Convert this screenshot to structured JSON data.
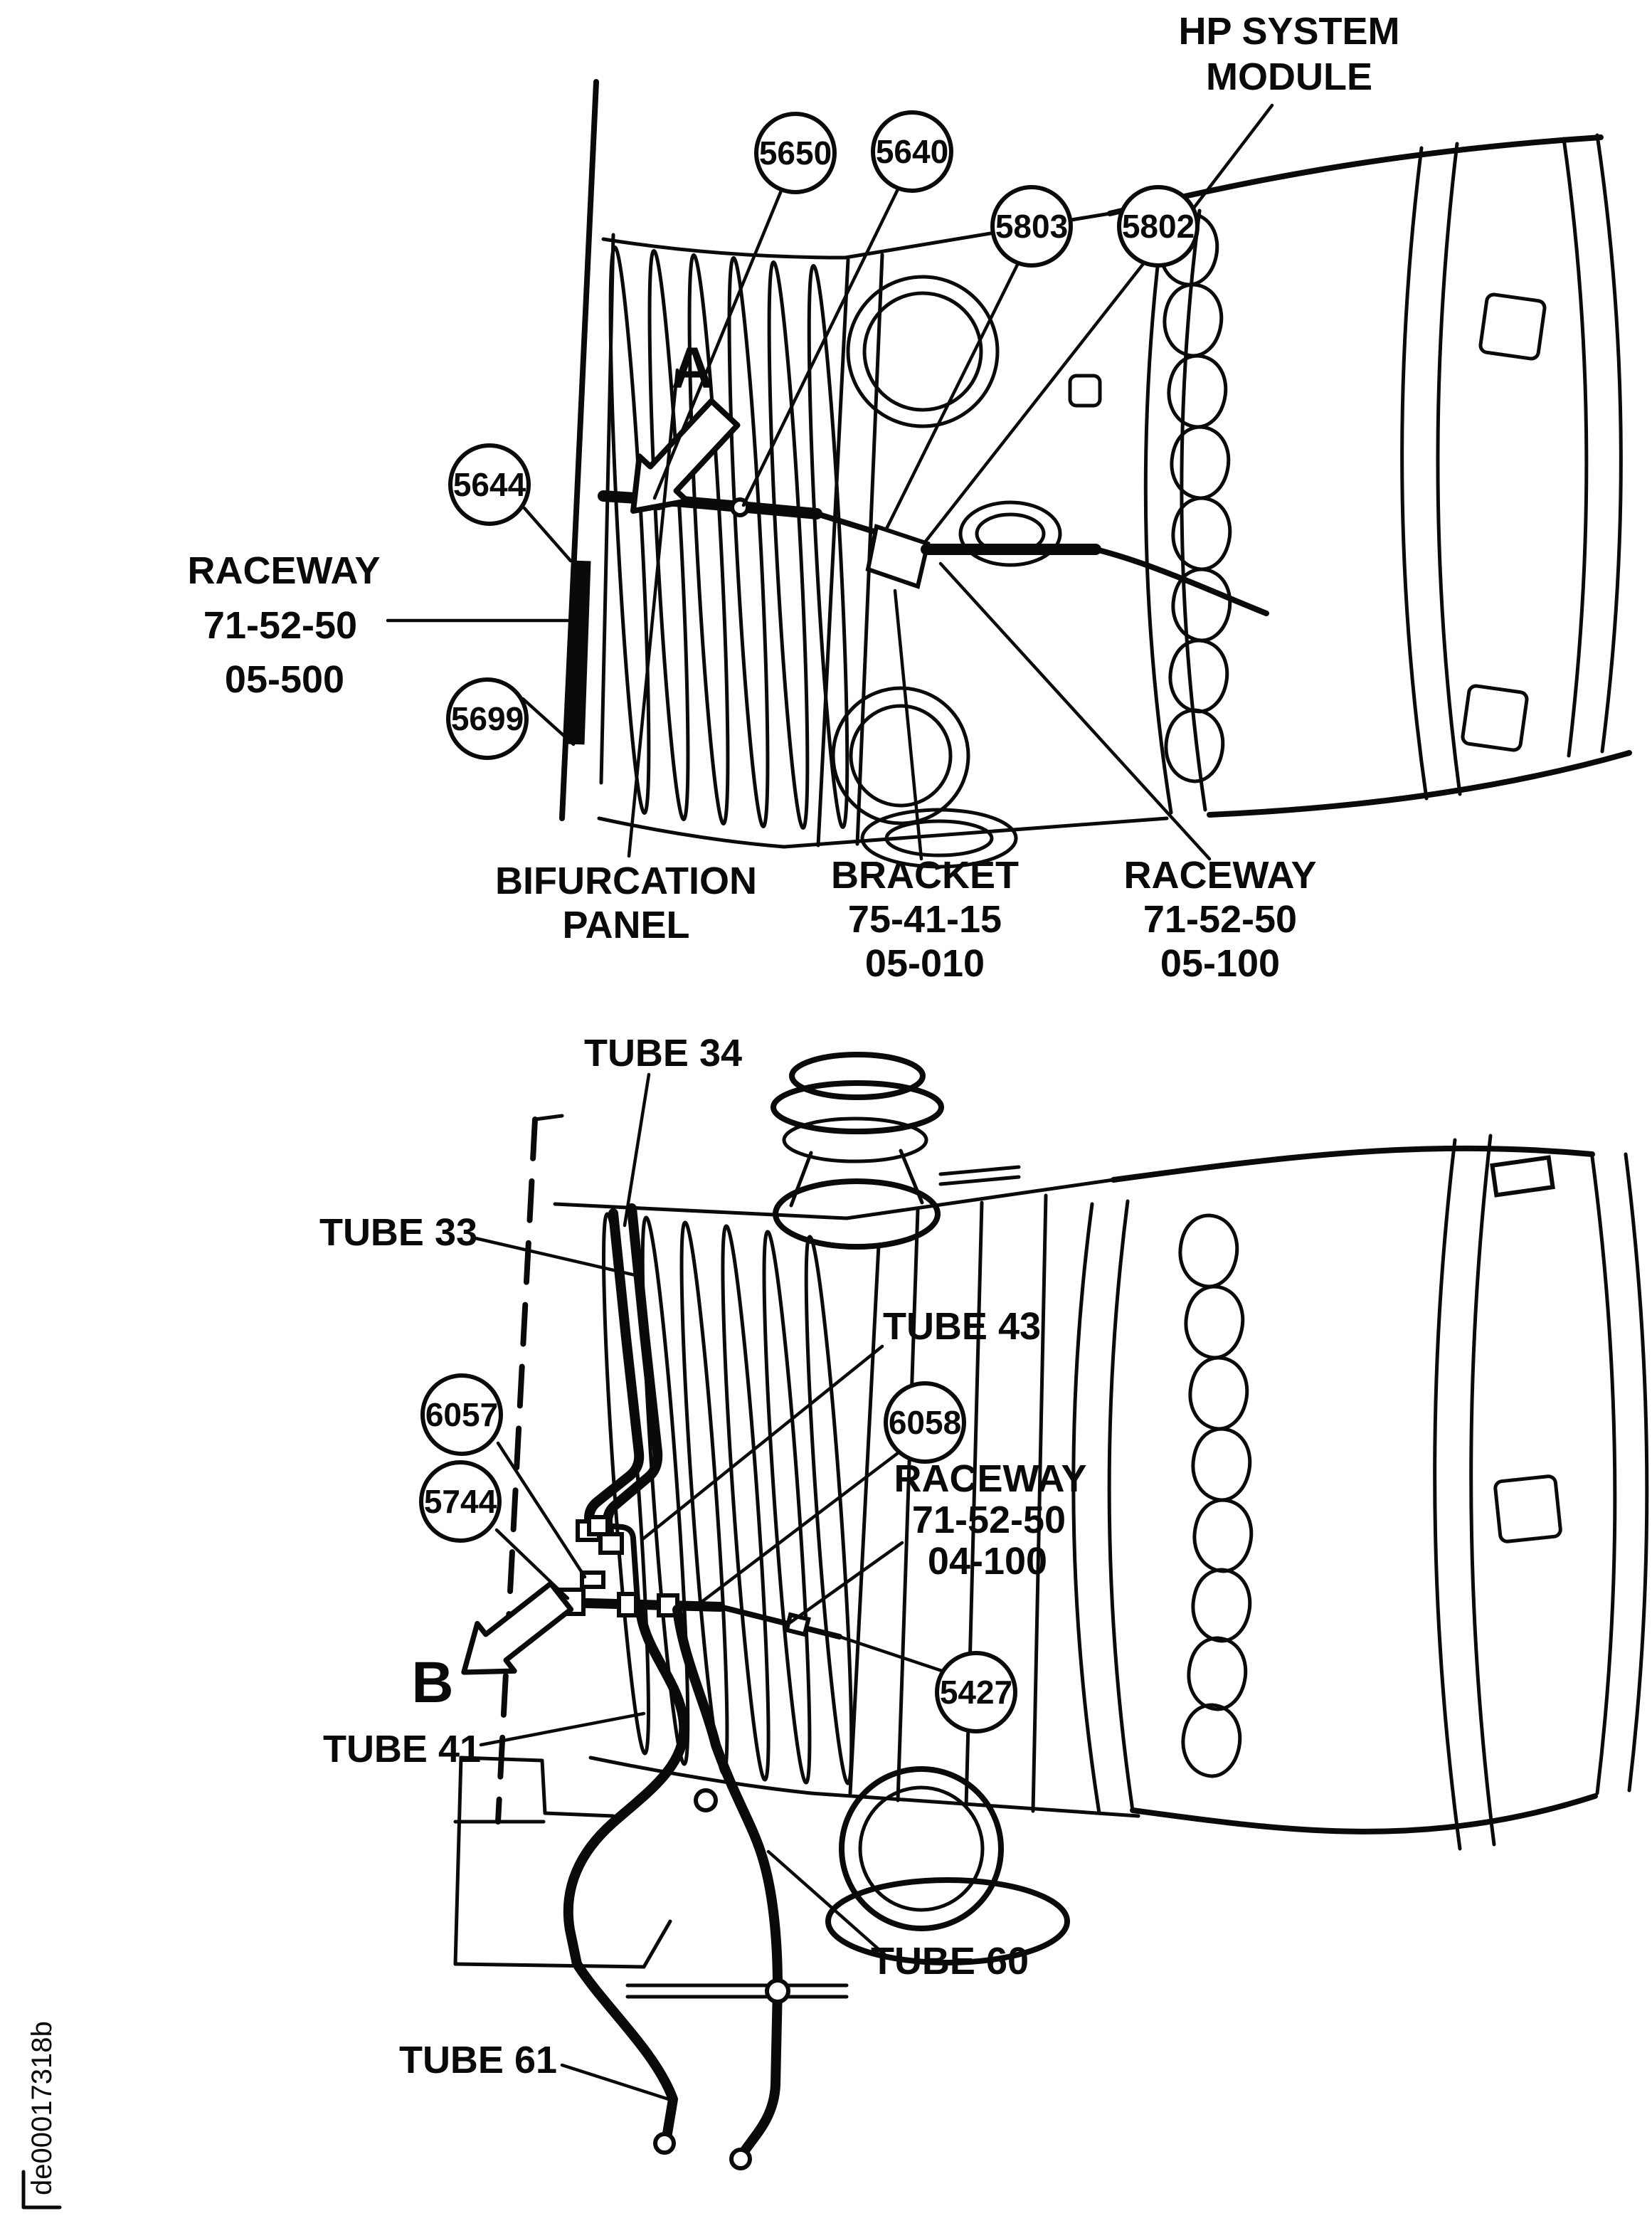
{
  "figA": {
    "letter": "A",
    "hp1": "HP SYSTEM",
    "hp2": "MODULE",
    "c5650": "5650",
    "c5640": "5640",
    "c5803": "5803",
    "c5802": "5802",
    "c5644": "5644",
    "c5699": "5699",
    "racewayLeft1": "RACEWAY",
    "racewayLeft2": "71-52-50",
    "racewayLeft3": "05-500",
    "bif1": "BIFURCATION",
    "bif2": "PANEL",
    "brk1": "BRACKET",
    "brk2": "75-41-15",
    "brk3": "05-010",
    "racewayRight1": "RACEWAY",
    "racewayRight2": "71-52-50",
    "racewayRight3": "05-100"
  },
  "figB": {
    "letter": "B",
    "t34": "TUBE 34",
    "t33": "TUBE 33",
    "t43": "TUBE 43",
    "t41": "TUBE 41",
    "t60": "TUBE 60",
    "t61": "TUBE 61",
    "c6057": "6057",
    "c5744": "5744",
    "c6058": "6058",
    "c5427": "5427",
    "race1": "RACEWAY",
    "race2": "71-52-50",
    "race3": "04-100"
  },
  "footer": {
    "doc_id": "de00017318b"
  }
}
